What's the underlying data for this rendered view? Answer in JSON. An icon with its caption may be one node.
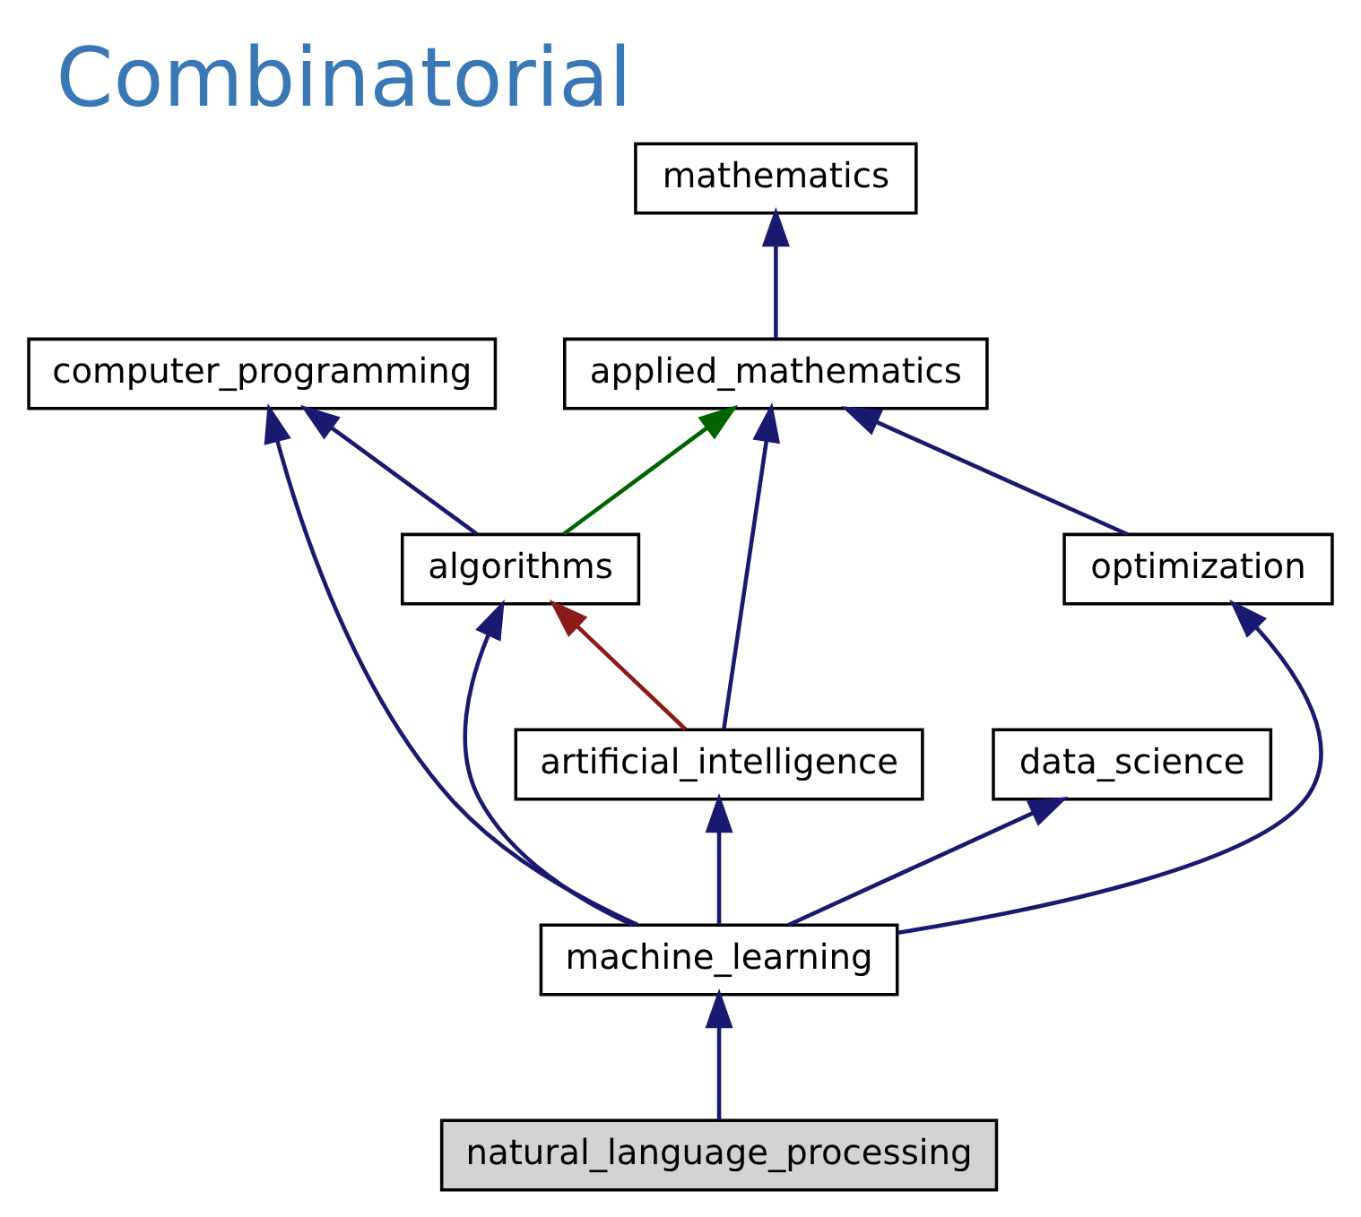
{
  "diagram": {
    "title": "Combinatorial",
    "nodes": [
      {
        "text": [
          "mathematics"
        ]
      },
      {
        "text": [
          "computer_programming"
        ]
      },
      {
        "text": [
          "applied_mathematics"
        ]
      },
      {
        "text": [
          "algorithms"
        ]
      },
      {
        "text": [
          "optimization"
        ]
      },
      {
        "text": [
          "data_science"
        ]
      },
      {
        "text": [
          "artificial_intelligence"
        ]
      },
      {
        "text": [
          "machine_learning"
        ]
      },
      {
        "text": [
          "natural_language_processing"
        ]
      }
    ],
    "edges": [
      {
        "from": 2,
        "to": 0,
        "arrow": "to"
      },
      {
        "from": 3,
        "to": 1,
        "arrow": "to"
      },
      {
        "from": 3,
        "to": 2,
        "arrow": "to",
        "color": "#006400"
      },
      {
        "from": 4,
        "to": 2,
        "arrow": "to"
      },
      {
        "from": 6,
        "to": 3,
        "arrow": "to",
        "color": "#8b1a1a"
      },
      {
        "from": 6,
        "to": 2,
        "arrow": "to"
      },
      {
        "from": 7,
        "to": 1,
        "arrow": "to"
      },
      {
        "from": 7,
        "to": 3,
        "arrow": "to"
      },
      {
        "from": 7,
        "to": 5,
        "arrow": "to"
      },
      {
        "from": 7,
        "to": 6,
        "arrow": "to"
      },
      {
        "from": 7,
        "to": 4,
        "arrow": "to"
      },
      {
        "from": 8,
        "to": 7,
        "arrow": "to"
      }
    ]
  }
}
